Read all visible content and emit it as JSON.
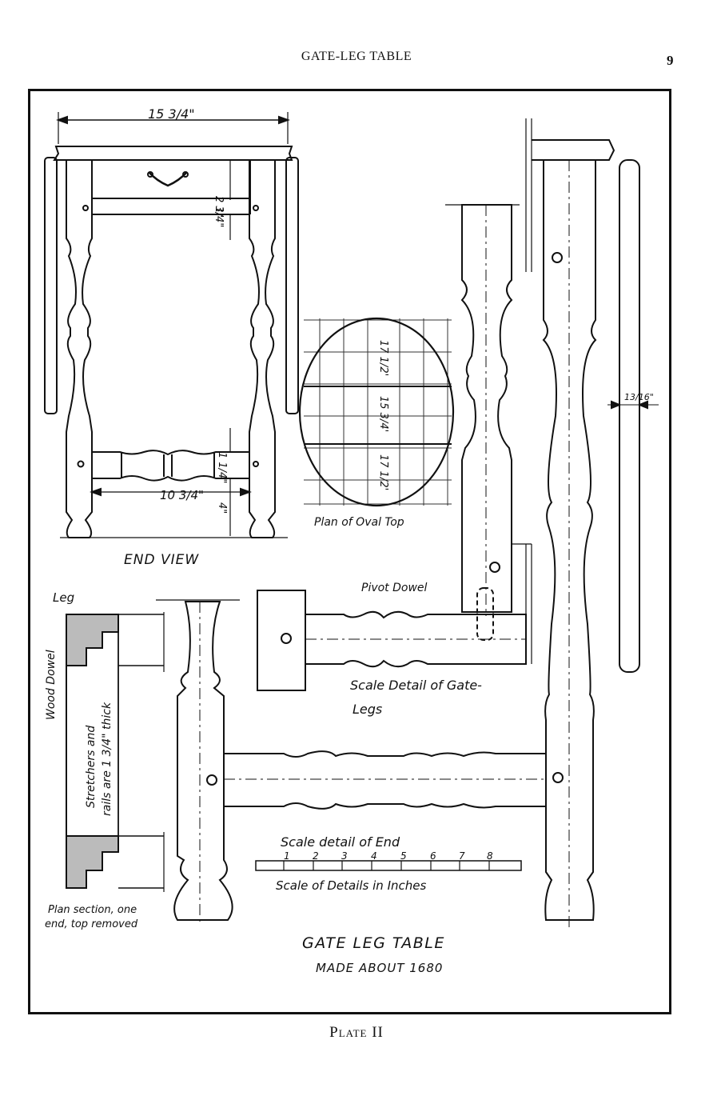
{
  "header": {
    "running_head": "GATE-LEG TABLE",
    "page_number": "9"
  },
  "dimensions": {
    "top_width": "15 3/4\"",
    "rail_depth": "2 3/4\"",
    "rail_gap": "1\"",
    "stretcher_height": "1 1/4\"",
    "stretcher_span": "10 3/4\"",
    "floor_clearance": "4\"",
    "top_half_a": "17 1/2'",
    "top_half_center": "15 3/4'",
    "top_half_b": "17 1/2'",
    "leaf_thickness": "13/16\""
  },
  "labels": {
    "end_view": "END VIEW",
    "plan_oval_top": "Plan of Oval Top",
    "pivot_dowel": "Pivot Dowel",
    "scale_gate_1": "Scale Detail of Gate-",
    "scale_gate_2": "Legs",
    "leg": "Leg",
    "wood_dowel": "Wood Dowel",
    "stretchers_1": "Stretchers and",
    "stretchers_2": "rails are 1 3/4\" thick",
    "plan_section_1": "Plan section, one",
    "plan_section_2": "end, top removed",
    "scale_end": "Scale detail of End",
    "scale_inches": "Scale of Details in Inches",
    "plate_title": "GATE LEG TABLE",
    "plate_subtitle": "MADE ABOUT 1680"
  },
  "scale_ticks": [
    "1",
    "2",
    "3",
    "4",
    "5",
    "6",
    "7",
    "8"
  ],
  "caption": "Plate II"
}
